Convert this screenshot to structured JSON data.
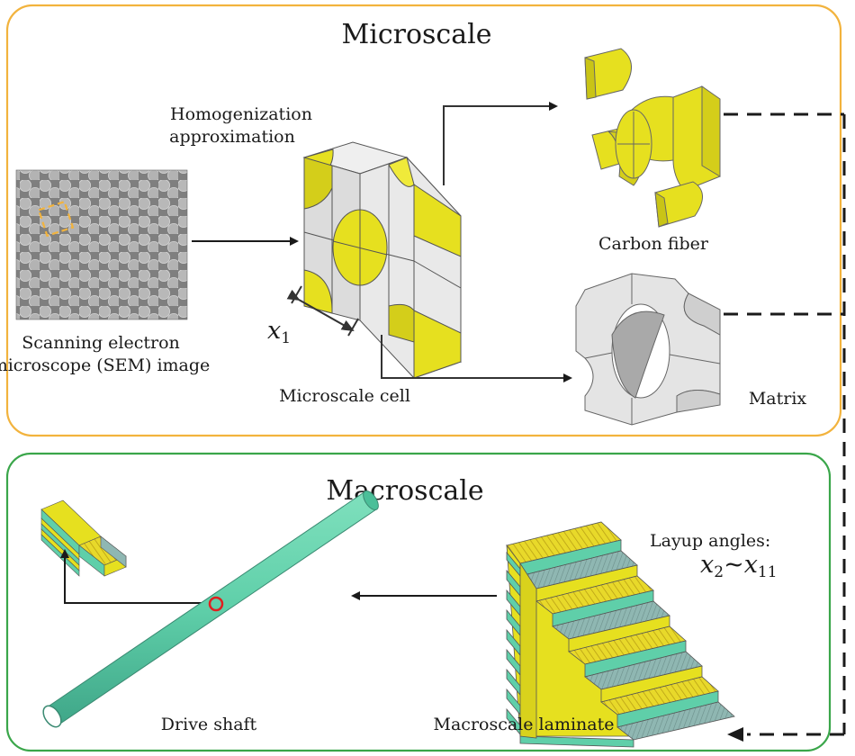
{
  "micro": {
    "title": "Microscale",
    "homog_line1": "Homogenization",
    "homog_line2": "approximation",
    "sem_line1": "Scanning electron",
    "sem_line2": "microscope (SEM) image",
    "cell_label": "Microscale cell",
    "var_symbol": "x",
    "var_sub": "1",
    "fiber_label": "Carbon fiber",
    "matrix_label": "Matrix"
  },
  "macro": {
    "title": "Macroscale",
    "layup_line1": "Layup angles:",
    "layup_var_a": "x",
    "layup_sub_a": "2",
    "layup_tilde": "~",
    "layup_var_b": "x",
    "layup_sub_b": "11",
    "shaft_label": "Drive shaft",
    "laminate_label": "Macroscale laminate"
  },
  "colors": {
    "micro_border": "#f2b33d",
    "macro_border": "#3aa64a",
    "fiber": "#e6e01f",
    "matrix": "#e4e4e4",
    "shaft": "#5fcfa9",
    "highlight_ring": "#e02020"
  }
}
